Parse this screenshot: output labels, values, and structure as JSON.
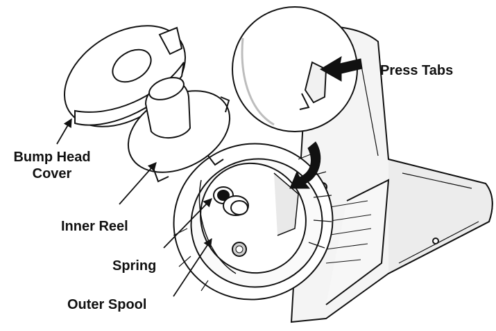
{
  "labels": {
    "press_tabs": "Press Tabs",
    "bump_head_cover_line1": "Bump Head",
    "bump_head_cover_line2": "Cover",
    "inner_reel": "Inner Reel",
    "spring": "Spring",
    "outer_spool": "Outer Spool"
  },
  "colors": {
    "ink": "#111111",
    "paper": "#ffffff",
    "shade": "#cfcfcf",
    "light_shade": "#e9e9e9"
  }
}
